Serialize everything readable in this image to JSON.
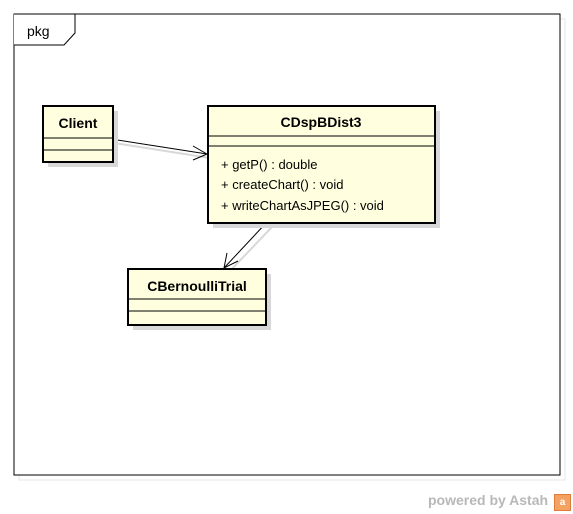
{
  "package": {
    "name": "pkg"
  },
  "classes": [
    {
      "name": "Client",
      "operations": []
    },
    {
      "name": "CDspBDist3",
      "operations": [
        "+ getP() : double",
        "+ createChart() : void",
        "+ writeChartAsJPEG() : void"
      ]
    },
    {
      "name": "CBernoulliTrial",
      "operations": []
    }
  ],
  "relations": [
    {
      "from": "Client",
      "to": "CDspBDist3",
      "type": "association-navigable"
    },
    {
      "from": "CDspBDist3",
      "to": "CBernoulliTrial",
      "type": "association-navigable"
    }
  ],
  "footer": {
    "text": "powered by Astah",
    "logo": "astah-logo-icon"
  },
  "colors": {
    "class_fill": "#ffffe0",
    "border": "#000000",
    "shadow": "#d0d0d0"
  }
}
